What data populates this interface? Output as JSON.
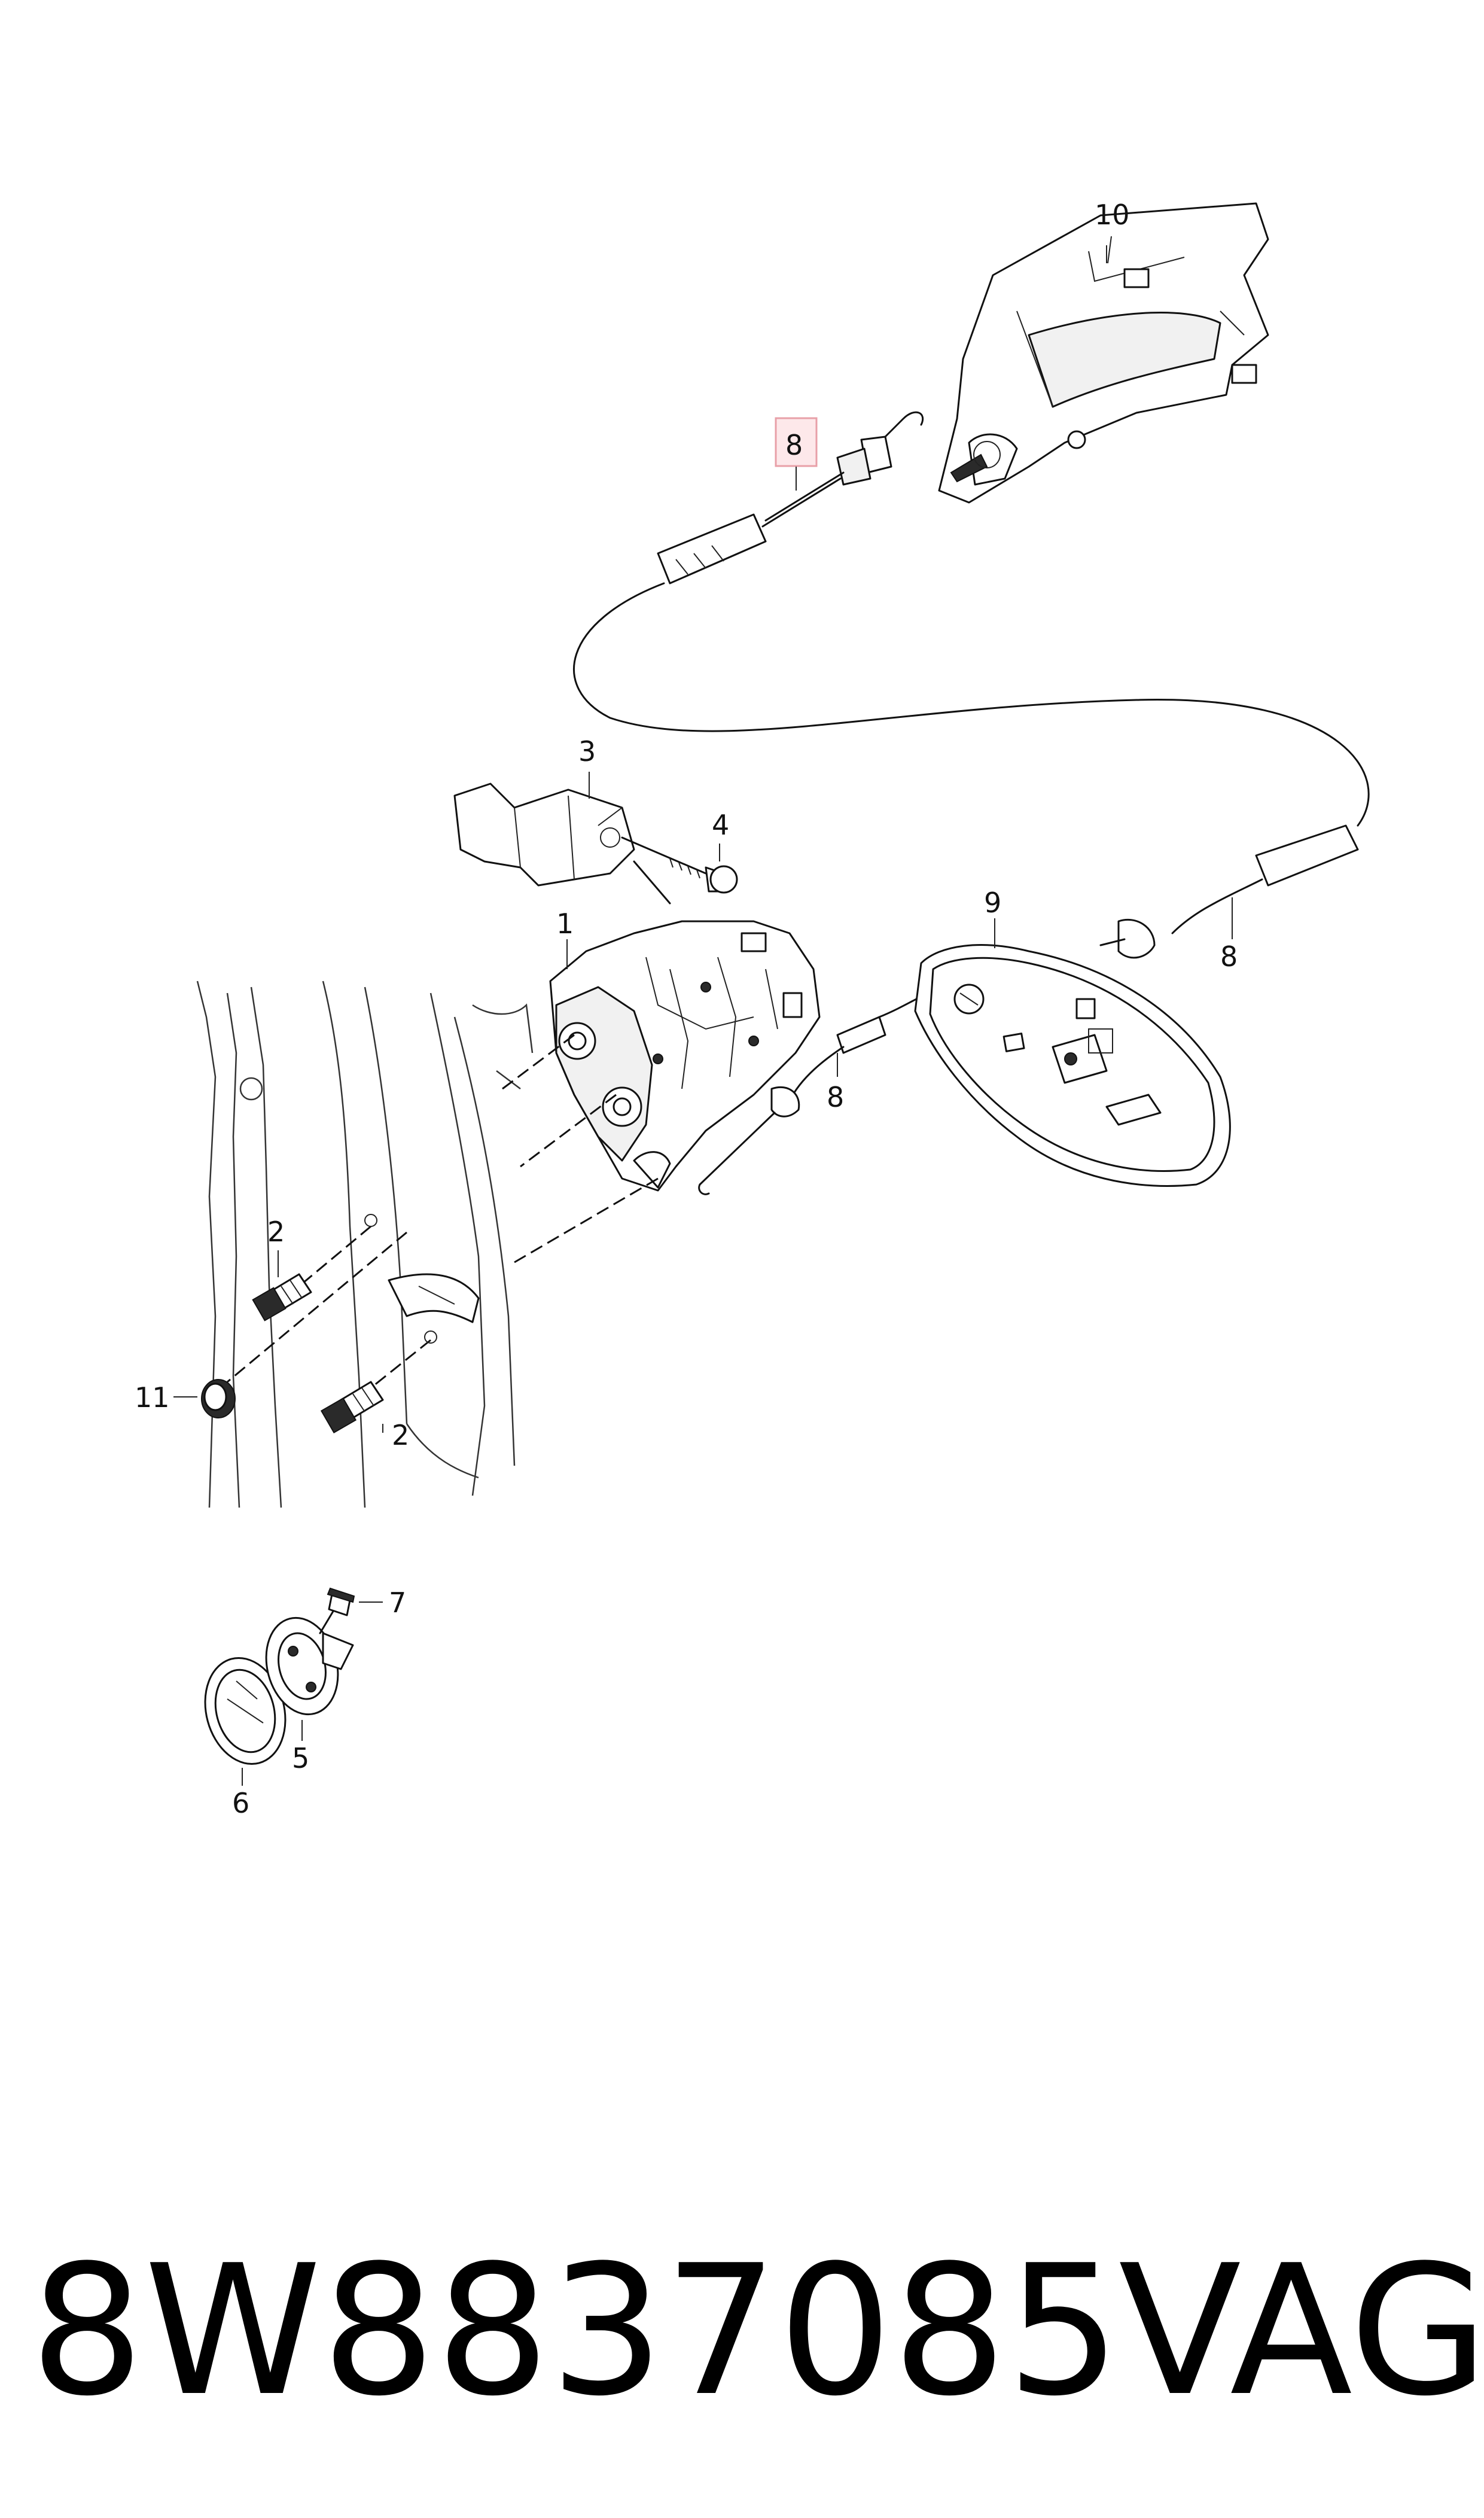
{
  "callouts": {
    "part_1": "1",
    "part_2_upper": "2",
    "part_2_lower": "2",
    "part_3": "3",
    "part_4": "4",
    "part_5": "5",
    "part_6": "6",
    "part_7": "7",
    "part_8_highlighted": "8",
    "part_8_right": "8",
    "part_8_lower": "8",
    "part_9": "9",
    "part_10": "10",
    "part_11": "11"
  },
  "highlight_color": "#e8a0a8",
  "footer": {
    "part_number": "8W8837085",
    "brand": "VAG"
  }
}
